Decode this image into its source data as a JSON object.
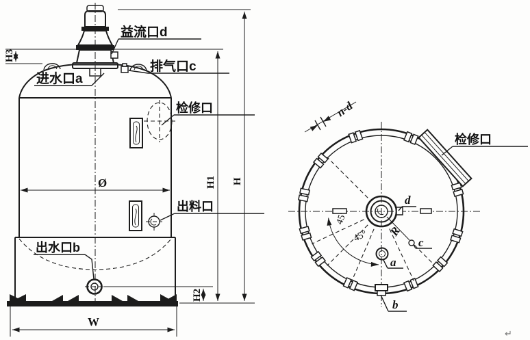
{
  "front_view": {
    "labels": {
      "overflow": "益流口d",
      "vent": "排气口c",
      "inlet": "进水口a",
      "manhole": "检修口",
      "discharge": "出料口",
      "outlet": "出水口b"
    },
    "dims": {
      "h3": "H3",
      "h1": "H1",
      "h": "H",
      "h2": "H2",
      "w": "W",
      "dia": "Ø"
    }
  },
  "plan_view": {
    "labels": {
      "n_d": "n-d",
      "manhole": "检修口",
      "d": "d",
      "r": "R",
      "c": "c",
      "a": "a",
      "b": "b"
    },
    "angles": {
      "left": "45°",
      "right": "45°"
    }
  },
  "artifact": "↵",
  "colors": {
    "ink": "#1c1c1c",
    "paper": "#fdfdfc"
  }
}
